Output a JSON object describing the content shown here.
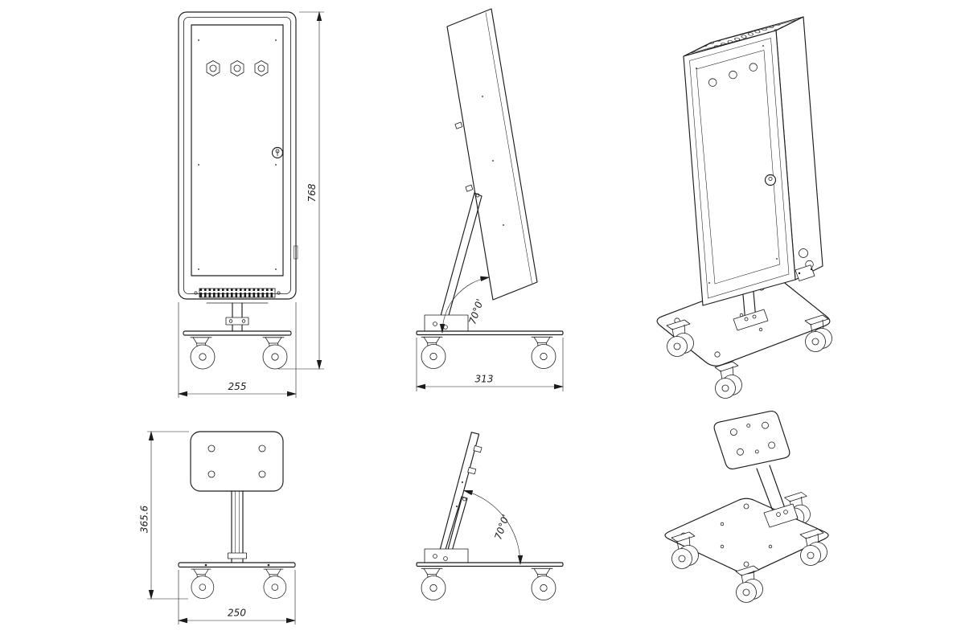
{
  "drawing": {
    "background_color": "#ffffff",
    "line_color": "#1c1c1c",
    "views": {
      "front": {
        "height_dim": "768",
        "width_dim": "255"
      },
      "side": {
        "depth_dim": "313",
        "tilt_angle": "70°0'"
      },
      "isometric": {},
      "stand_front": {
        "height_dim": "365.6",
        "width_dim": "250"
      },
      "stand_side": {
        "tilt_angle": "70°0'"
      },
      "stand_isometric": {}
    }
  }
}
